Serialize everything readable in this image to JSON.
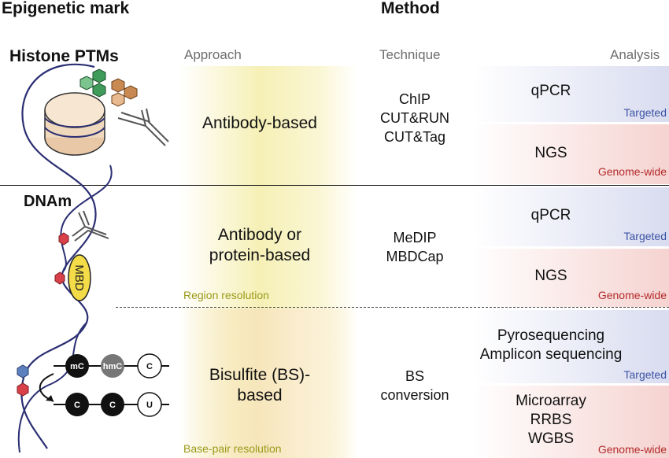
{
  "headers": {
    "epigenetic_mark": "Epigenetic mark",
    "method": "Method"
  },
  "columns": {
    "approach": "Approach",
    "technique": "Technique",
    "analysis": "Analysis"
  },
  "marks": {
    "histone": "Histone PTMs",
    "dnam": "DNAm",
    "mbd": "MBD"
  },
  "bs_diagram": {
    "top": [
      "mC",
      "hmC",
      "C"
    ],
    "bottom": [
      "C",
      "C",
      "U"
    ]
  },
  "rows": [
    {
      "approach": [
        "Antibody-based"
      ],
      "technique": [
        "ChIP",
        "CUT&RUN",
        "CUT&Tag"
      ],
      "targeted": [
        "qPCR"
      ],
      "genome_wide": [
        "NGS"
      ]
    },
    {
      "approach": [
        "Antibody or",
        "protein-based"
      ],
      "technique": [
        "MeDIP",
        "MBDCap"
      ],
      "targeted": [
        "qPCR"
      ],
      "genome_wide": [
        "NGS"
      ],
      "resolution": "Region resolution"
    },
    {
      "approach": [
        "Bisulfite (BS)-",
        "based"
      ],
      "technique": [
        "BS",
        "conversion"
      ],
      "targeted": [
        "Pyrosequencing",
        "Amplicon sequencing"
      ],
      "genome_wide": [
        "Microarray",
        "RRBS",
        "WGBS"
      ],
      "resolution": "Base-pair resolution"
    }
  ],
  "tags": {
    "targeted": "Targeted",
    "genome_wide": "Genome-wide"
  },
  "colors": {
    "targeted": "#3b53a4",
    "genome_wide": "#b32a2a",
    "approach_bg": "#f6f1b8",
    "histone_green": "#3f9b5a",
    "histone_orange": "#c98a52",
    "dna": "#2b2f73",
    "mbd": "#f3dc48",
    "methyl_red": "#d8404a",
    "methyl_blue": "#5c7fbe"
  }
}
